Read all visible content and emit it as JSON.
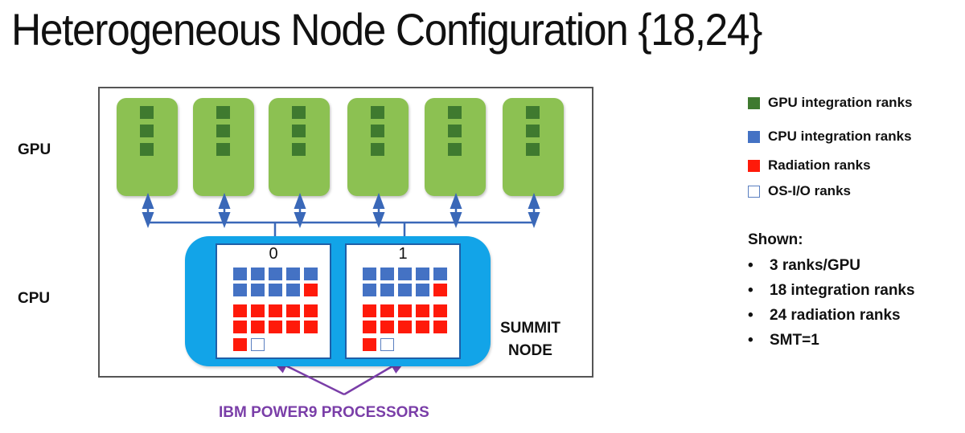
{
  "title": "Heterogeneous Node Configuration {18,24}",
  "side_labels": {
    "gpu": "GPU",
    "cpu": "CPU"
  },
  "gpus": {
    "count": 6,
    "ranks_per_gpu": 3
  },
  "sockets": [
    {
      "id": "0",
      "cpu_ranks": 9,
      "radiation_ranks": 12,
      "os_io_ranks": 1
    },
    {
      "id": "1",
      "cpu_ranks": 9,
      "radiation_ranks": 12,
      "os_io_ranks": 1
    }
  ],
  "node_label_line1": "SUMMIT",
  "node_label_line2": "NODE",
  "processors_label": "IBM POWER9 PROCESSORS",
  "colors": {
    "gpu_card": "#8cc152",
    "gpu_rank": "#3f7a2f",
    "cpu_rank": "#4472c4",
    "radiation_rank": "#ff1a0a",
    "os_io_rank_border": "#5a7fc0",
    "node": "#12a4e8",
    "bus": "#3a68b8",
    "processor_arrow": "#7a3ea8"
  },
  "legend": [
    {
      "label": "GPU integration ranks",
      "type": "gpu"
    },
    {
      "label": "CPU integration ranks",
      "type": "cpu"
    },
    {
      "label": "Radiation ranks",
      "type": "rad"
    },
    {
      "label": "OS-I/O ranks",
      "type": "os"
    }
  ],
  "shown": {
    "heading": "Shown:",
    "bullet_char": "•",
    "items": [
      "3 ranks/GPU",
      "18 integration ranks",
      "24 radiation ranks",
      "SMT=1"
    ]
  }
}
